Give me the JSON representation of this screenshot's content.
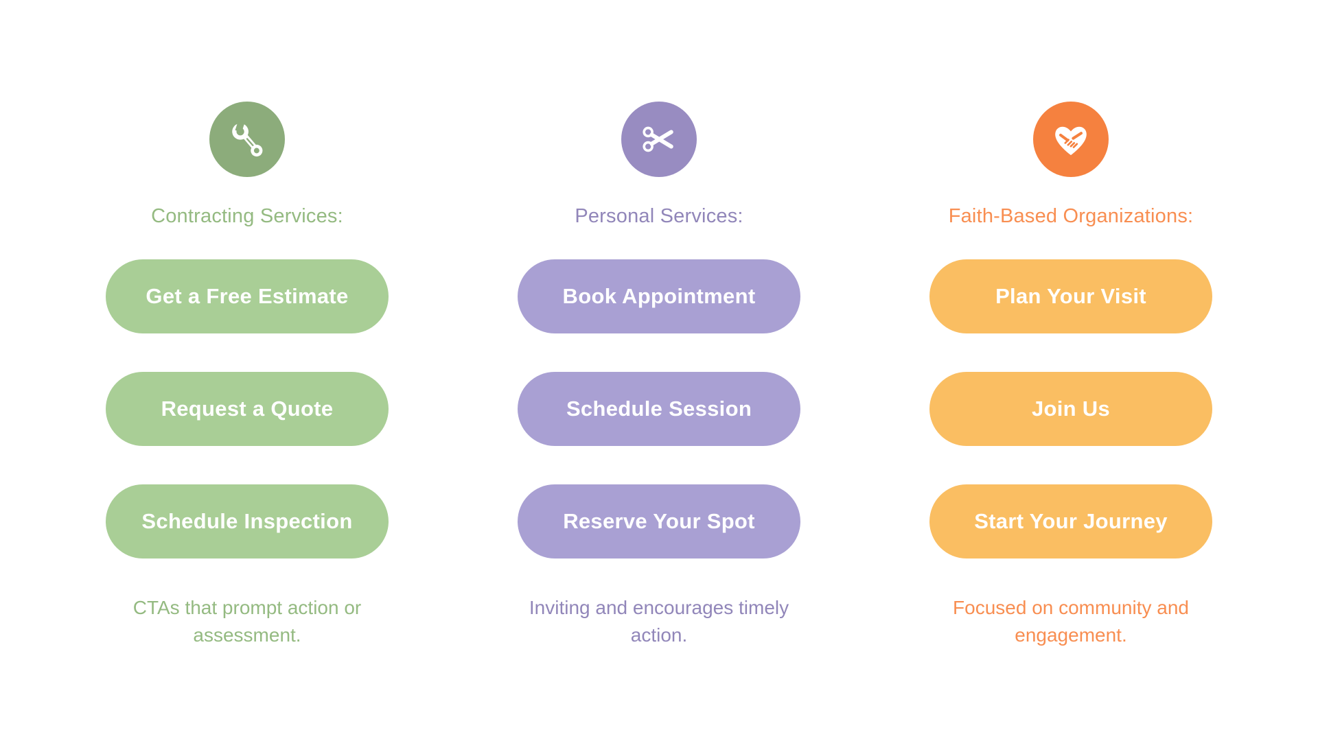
{
  "columns": [
    {
      "heading": "Contracting Services:",
      "icon": "wrench-icon",
      "buttons": [
        "Get a Free Estimate",
        "Request a Quote",
        "Schedule Inspection"
      ],
      "caption": "CTAs that prompt action or assessment.",
      "colors": {
        "circle": "#8CAC7B",
        "button": "#A9CE96",
        "text": "#94BA81"
      }
    },
    {
      "heading": "Personal Services:",
      "icon": "scissors-icon",
      "buttons": [
        "Book Appointment",
        "Schedule Session",
        "Reserve Your Spot"
      ],
      "caption": "Inviting and encourages timely action.",
      "colors": {
        "circle": "#988CC1",
        "button": "#A9A0D3",
        "text": "#9186B9"
      }
    },
    {
      "heading": "Faith-Based Organizations:",
      "icon": "heart-handshake-icon",
      "buttons": [
        "Plan Your Visit",
        "Join Us",
        "Start Your Journey"
      ],
      "caption": "Focused on community and engagement.",
      "colors": {
        "circle": "#F5813F",
        "button": "#FABE62",
        "text": "#F88E51"
      }
    }
  ]
}
